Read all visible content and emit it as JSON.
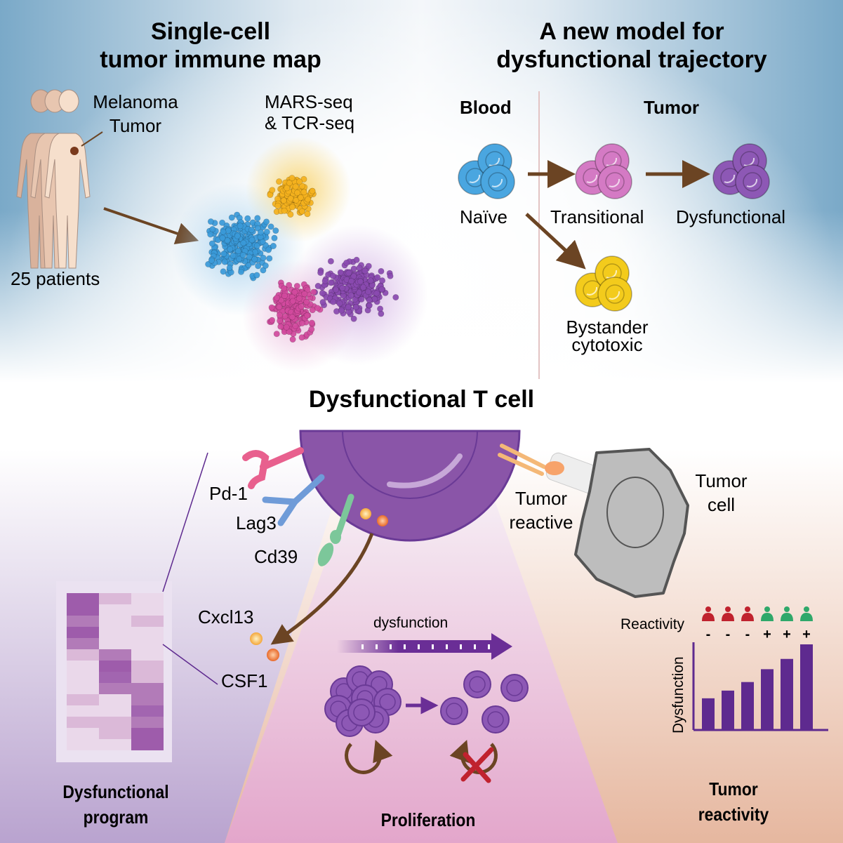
{
  "panel_single_cell": {
    "title_line1": "Single-cell",
    "title_line2": "tumor immune map",
    "tumor_label_line1": "Melanoma",
    "tumor_label_line2": "Tumor",
    "patients_label": "25 patients",
    "method_line1": "MARS-seq",
    "method_line2": "& TCR-seq",
    "cluster_colors": {
      "naive": "#3a9ad9",
      "bystander": "#f5b21e",
      "transitional": "#d24a9e",
      "dysfunctional": "#8a4ab0"
    }
  },
  "panel_model": {
    "title_line1": "A new model for",
    "title_line2": "dysfunctional trajectory",
    "compartments": [
      "Blood",
      "Tumor"
    ],
    "states": {
      "naive": "Naïve",
      "transitional": "Transitional",
      "dysfunctional": "Dysfunctional",
      "bystander_line1": "Bystander",
      "bystander_line2": "cytotoxic"
    },
    "colors": {
      "naive": "#4aa6e0",
      "transitional": "#d47ac4",
      "dysfunctional": "#8d58b5",
      "bystander": "#f3cb1c",
      "arrow": "#6b4423"
    }
  },
  "panel_tcell": {
    "title": "Dysfunctional T cell",
    "receptors": [
      "Pd-1",
      "Lag3",
      "Cd39"
    ],
    "secreted": [
      "Cxcl13",
      "CSF1"
    ],
    "tcr_label_line1": "Tumor",
    "tcr_label_line2": "reactive",
    "tumor_cell_line1": "Tumor",
    "tumor_cell_line2": "cell",
    "dysfunction_arrow_label": "dysfunction",
    "sections": {
      "program_line1": "Dysfunctional",
      "program_line2": "program",
      "proliferation": "Proliferation",
      "reactivity_line1": "Tumor",
      "reactivity_line2": "reactivity"
    },
    "colors": {
      "cell": "#8a55a8",
      "pd1": "#e8608e",
      "lag3": "#6f9bd8",
      "cd39": "#7cc79a",
      "tumor_cell": "#bdbdbd"
    }
  },
  "chart_data": {
    "type": "bar",
    "title": "",
    "xlabel": "Reactivity",
    "ylabel": "Dysfunction",
    "categories": [
      "-",
      "-",
      "-",
      "+",
      "+",
      "+"
    ],
    "category_colors": [
      "#c0222e",
      "#c0222e",
      "#c0222e",
      "#2fa86a",
      "#2fa86a",
      "#2fa86a"
    ],
    "values": [
      37,
      46,
      56,
      71,
      83,
      100
    ],
    "ylim": [
      0,
      100
    ],
    "bar_color": "#5e2a8f",
    "grid": false
  }
}
